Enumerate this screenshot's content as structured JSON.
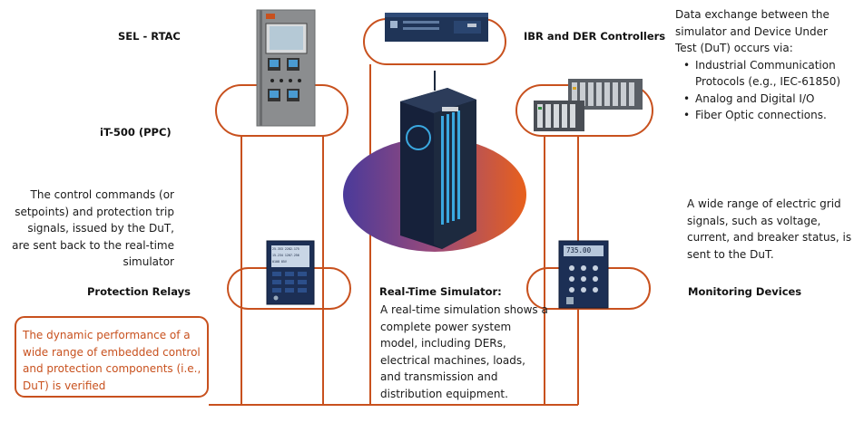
{
  "labels": {
    "sel_rtac": "SEL - RTAC",
    "it500": "iT-500 (PPC)",
    "ibr_der": "IBR and DER Controllers",
    "protection_relays": "Protection Relays",
    "rts_title": "Real-Time Simulator:",
    "monitoring": "Monitoring Devices"
  },
  "data_exchange": {
    "intro_lines": [
      "Data exchange between the",
      "simulator and Device Under",
      "Test (DuT) occurs via:"
    ],
    "bullets": [
      [
        "Industrial Communication",
        "Protocols (e.g., IEC-61850)"
      ],
      [
        "Analog and Digital I/O"
      ],
      [
        "Fiber Optic connections."
      ]
    ]
  },
  "control_commands_lines": [
    "The control commands (or",
    "setpoints) and protection trip",
    "signals, issued by the DuT,",
    "are sent back to the real-time",
    "simulator"
  ],
  "grid_signals_lines": [
    "A wide range of electric grid",
    "signals, such as voltage,",
    "current, and breaker status, is",
    "sent to the DuT."
  ],
  "rts_desc_lines": [
    "A real-time simulation shows a",
    "complete power system",
    "model, including DERs,",
    "electrical machines, loads,",
    "and transmission and",
    "distribution equipment."
  ],
  "dynamic_perf_lines": [
    "The dynamic performance of a",
    "wide range of embedded control",
    "and protection components (i.e.,",
    "DuT) is verified"
  ],
  "monitor_display": "735.00",
  "relay_display": [
    "25.353  2282.175",
    "15.234  1207.256",
    "0108 85V"
  ],
  "colors": {
    "connector": "#c8511e",
    "text": "#1a1a1a",
    "ellipse_left": "#4a3a9a",
    "ellipse_right": "#e8601c",
    "simulator_body": "#1d2a3f",
    "simulator_accent": "#3aa8e0"
  }
}
